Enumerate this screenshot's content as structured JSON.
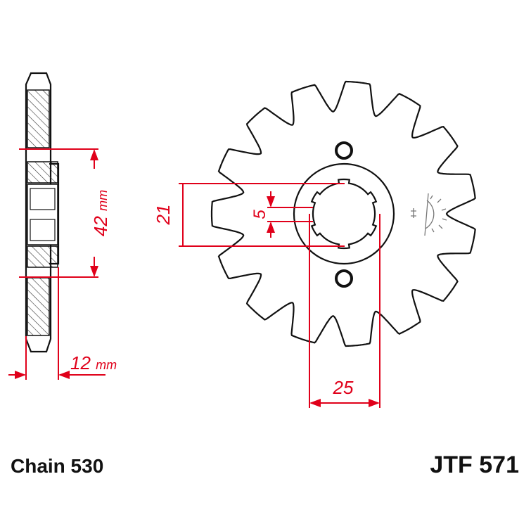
{
  "chain_label": "Chain 530",
  "part_number": "JTF 571",
  "sprocket": {
    "teeth": 15
  },
  "dimensions": {
    "hub_diameter": "42",
    "hub_diameter_unit": "mm",
    "thickness": "12",
    "thickness_unit": "mm",
    "spline_outer": "21",
    "spline_width": "5",
    "bolt_spacing": "25"
  },
  "colors": {
    "dimension": "#e0001a",
    "outline": "#111111"
  }
}
